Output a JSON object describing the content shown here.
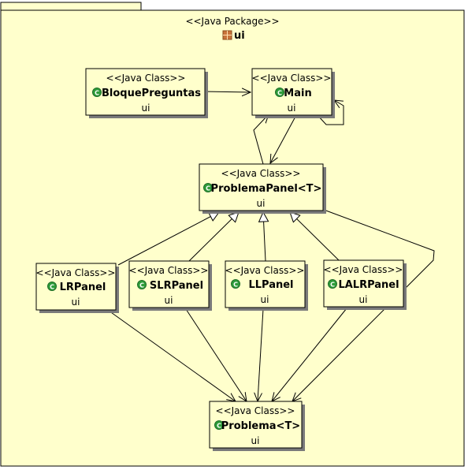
{
  "package": {
    "stereotype": "<<Java Package>>",
    "name": "ui"
  },
  "colors": {
    "fill": "#ffffcc",
    "border": "#000000",
    "shadow": "#7a7a7a",
    "class_icon": "#2e9c3a",
    "package_icon": "#b5651d"
  },
  "classes": {
    "bloque": {
      "stereotype": "<<Java Class>>",
      "name": "BloquePreguntas",
      "package": "ui",
      "icon": "class-icon"
    },
    "main": {
      "stereotype": "<<Java Class>>",
      "name": "Main",
      "package": "ui",
      "icon": "class-icon"
    },
    "problemaPanel": {
      "stereotype": "<<Java Class>>",
      "name": "ProblemaPanel<T>",
      "package": "ui",
      "icon": "class-icon"
    },
    "lr": {
      "stereotype": "<<Java Class>>",
      "name": "LRPanel",
      "package": "ui",
      "icon": "class-icon"
    },
    "slr": {
      "stereotype": "<<Java Class>>",
      "name": "SLRPanel",
      "package": "ui",
      "icon": "class-icon"
    },
    "ll": {
      "stereotype": "<<Java Class>>",
      "name": "LLPanel",
      "package": "ui",
      "icon": "class-icon"
    },
    "lalr": {
      "stereotype": "<<Java Class>>",
      "name": "LALRPanel",
      "package": "ui",
      "icon": "class-icon"
    },
    "problema": {
      "stereotype": "<<Java Class>>",
      "name": "Problema<T>",
      "package": "ui",
      "icon": "class-icon"
    }
  }
}
